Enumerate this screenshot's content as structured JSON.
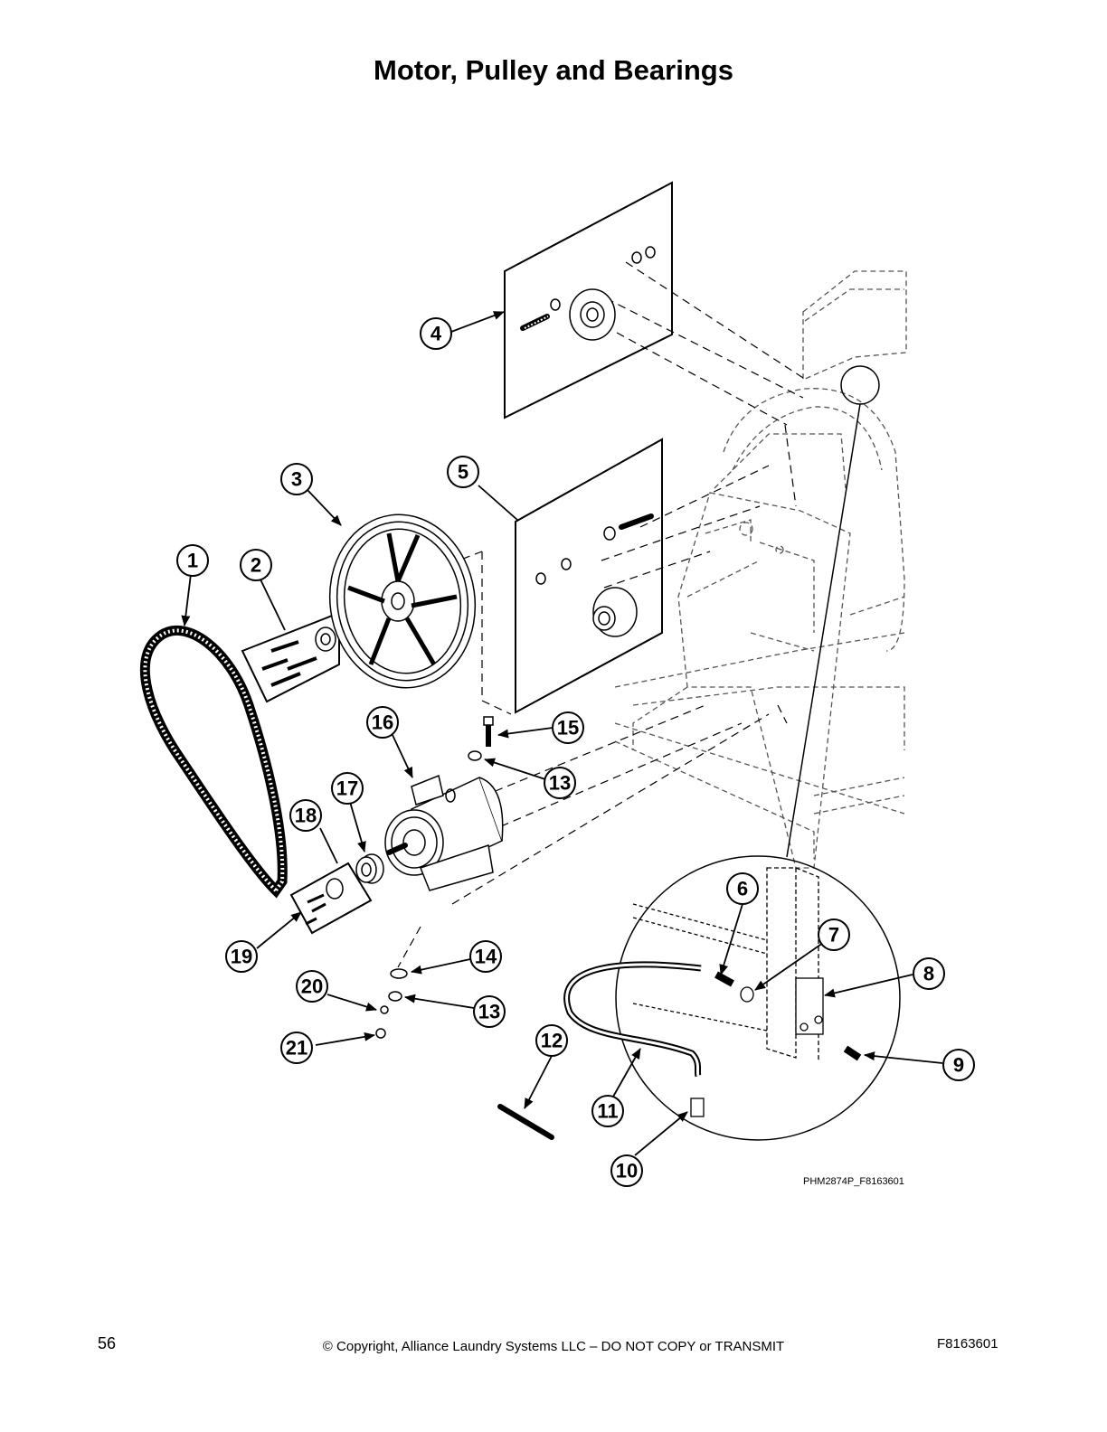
{
  "title": "Motor, Pulley and Bearings",
  "drawing_id": "PHM2874P_F8163601",
  "footer": {
    "page_number": "56",
    "copyright": "© Copyright, Alliance Laundry Systems LLC – DO NOT COPY or TRANSMIT",
    "doc_code": "F8163601"
  },
  "callouts": [
    "1",
    "2",
    "3",
    "4",
    "5",
    "6",
    "7",
    "8",
    "9",
    "10",
    "11",
    "12",
    "13",
    "13",
    "14",
    "15",
    "16",
    "17",
    "18",
    "19",
    "20",
    "21"
  ]
}
